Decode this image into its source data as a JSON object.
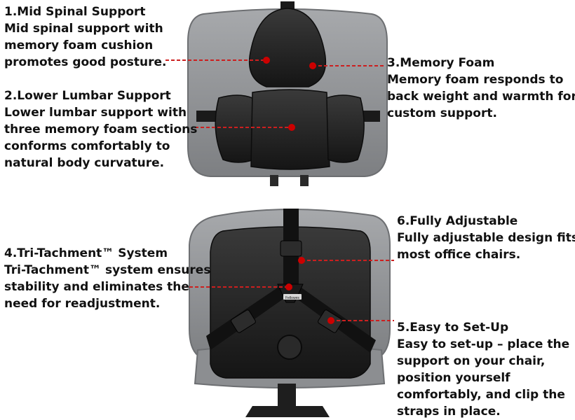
{
  "colors": {
    "leader_line": "#cc1f1f",
    "marker_dot": "#cc0000",
    "chair_fabric": "#8a8c8f",
    "cushion": "#1e1e1e"
  },
  "callouts": [
    {
      "title": "1.Mid Spinal Support",
      "lines": [
        "Mid spinal support with",
        "memory foam cushion",
        "promotes good posture."
      ]
    },
    {
      "title": "2.Lower Lumbar Support",
      "lines": [
        "Lower lumbar support with",
        "three memory foam sections",
        "conforms comfortably to",
        "natural body curvature."
      ]
    },
    {
      "title": "3.Memory Foam",
      "lines": [
        "Memory foam responds to",
        "back weight and warmth for",
        "custom support."
      ]
    },
    {
      "title": "4.Tri-Tachment™ System",
      "lines": [
        "Tri-Tachment™ system ensures",
        "stability and eliminates the",
        "need for readjustment."
      ]
    },
    {
      "title": "6.Fully Adjustable",
      "lines": [
        "Fully adjustable design fits",
        "most office chairs."
      ]
    },
    {
      "title": "5.Easy to Set-Up",
      "lines": [
        "Easy to set-up – place the",
        "support on your chair,",
        "position yourself",
        "comfortably, and clip the",
        "straps in place."
      ]
    }
  ],
  "images": {
    "top_product": "front-view-back-support",
    "bottom_product": "rear-view-back-support-on-chair",
    "brand_tag": "Fellowes"
  }
}
